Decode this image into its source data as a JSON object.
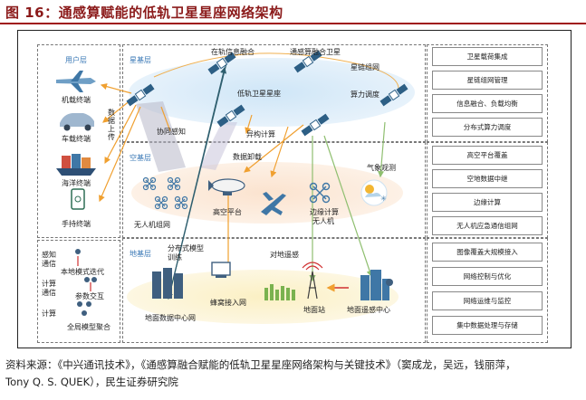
{
  "title": "图 16：通感算赋能的低轨卫星星座网络架构",
  "source_lines": [
    "资料来源：《中兴通讯技术》，《通感算融合赋能的低轨卫星星座网络架构与关键技术》（窦成龙，吴远，钱丽萍，",
    "Tony Q. S. QUEK），民生证券研究院"
  ],
  "user_layer": {
    "title": "用户层",
    "terminals": [
      "机载终端",
      "车载终端",
      "海洋终端",
      "手持终端"
    ]
  },
  "side_text": "数据上传",
  "star_layer": {
    "title": "星基层",
    "center": "低轨卫星星座",
    "labels": [
      "在轨信息融合",
      "通感算融合卫星",
      "星链组网",
      "算力调度",
      "协同感知",
      "异构计算"
    ]
  },
  "air_layer": {
    "title": "空基层",
    "labels": [
      "数据卸载",
      "气象观测",
      "无人机组网",
      "高空平台",
      "边缘计算",
      "无人机"
    ]
  },
  "ground_layer": {
    "title": "地基层",
    "labels": [
      "分布式模型训练",
      "对地遥感",
      "地面数据中心网",
      "蜂窝接入网",
      "地面站",
      "地面遥感中心"
    ]
  },
  "left_panel": {
    "labels": [
      "感知",
      "通信",
      "计算",
      "通信",
      "计算",
      "本地模式迭代",
      "参数交互",
      "全局模型聚合"
    ]
  },
  "right_panel": {
    "group1": [
      "卫星载荷集成",
      "星链组网管理",
      "信息融合、负载均衡",
      "分布式算力调度"
    ],
    "group2": [
      "高空平台覆盖",
      "空地数据中继",
      "边缘计算",
      "无人机应急通信组网"
    ],
    "group3": [
      "图像覆盖大规模接入",
      "网络控制与优化",
      "网络运维与监控",
      "集中数据处理与存储"
    ]
  }
}
